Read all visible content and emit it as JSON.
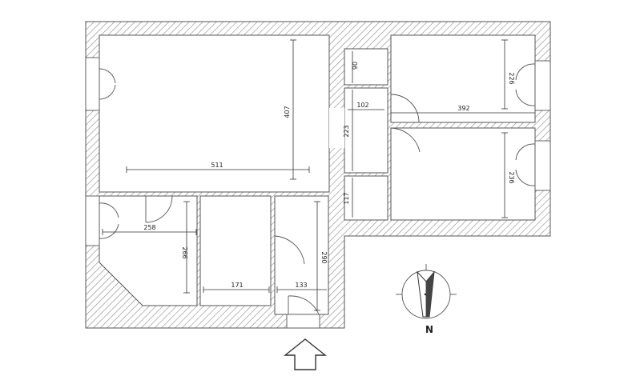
{
  "plan": {
    "dimensions": {
      "living_height": "407",
      "living_width": "511",
      "closet_height": "90",
      "hall_width": "102",
      "hall_height": "223",
      "bedroom_top_height": "226",
      "bedroom_top_width": "392",
      "bedroom_bottom_height": "236",
      "storage_height": "117",
      "kitchen_width": "258",
      "kitchen_height": "266",
      "bath_width": "171",
      "entry_width": "133",
      "entry_height": "290"
    },
    "compass": {
      "north_label": "N"
    },
    "entrance": {
      "icon": "up-arrow-icon"
    }
  }
}
